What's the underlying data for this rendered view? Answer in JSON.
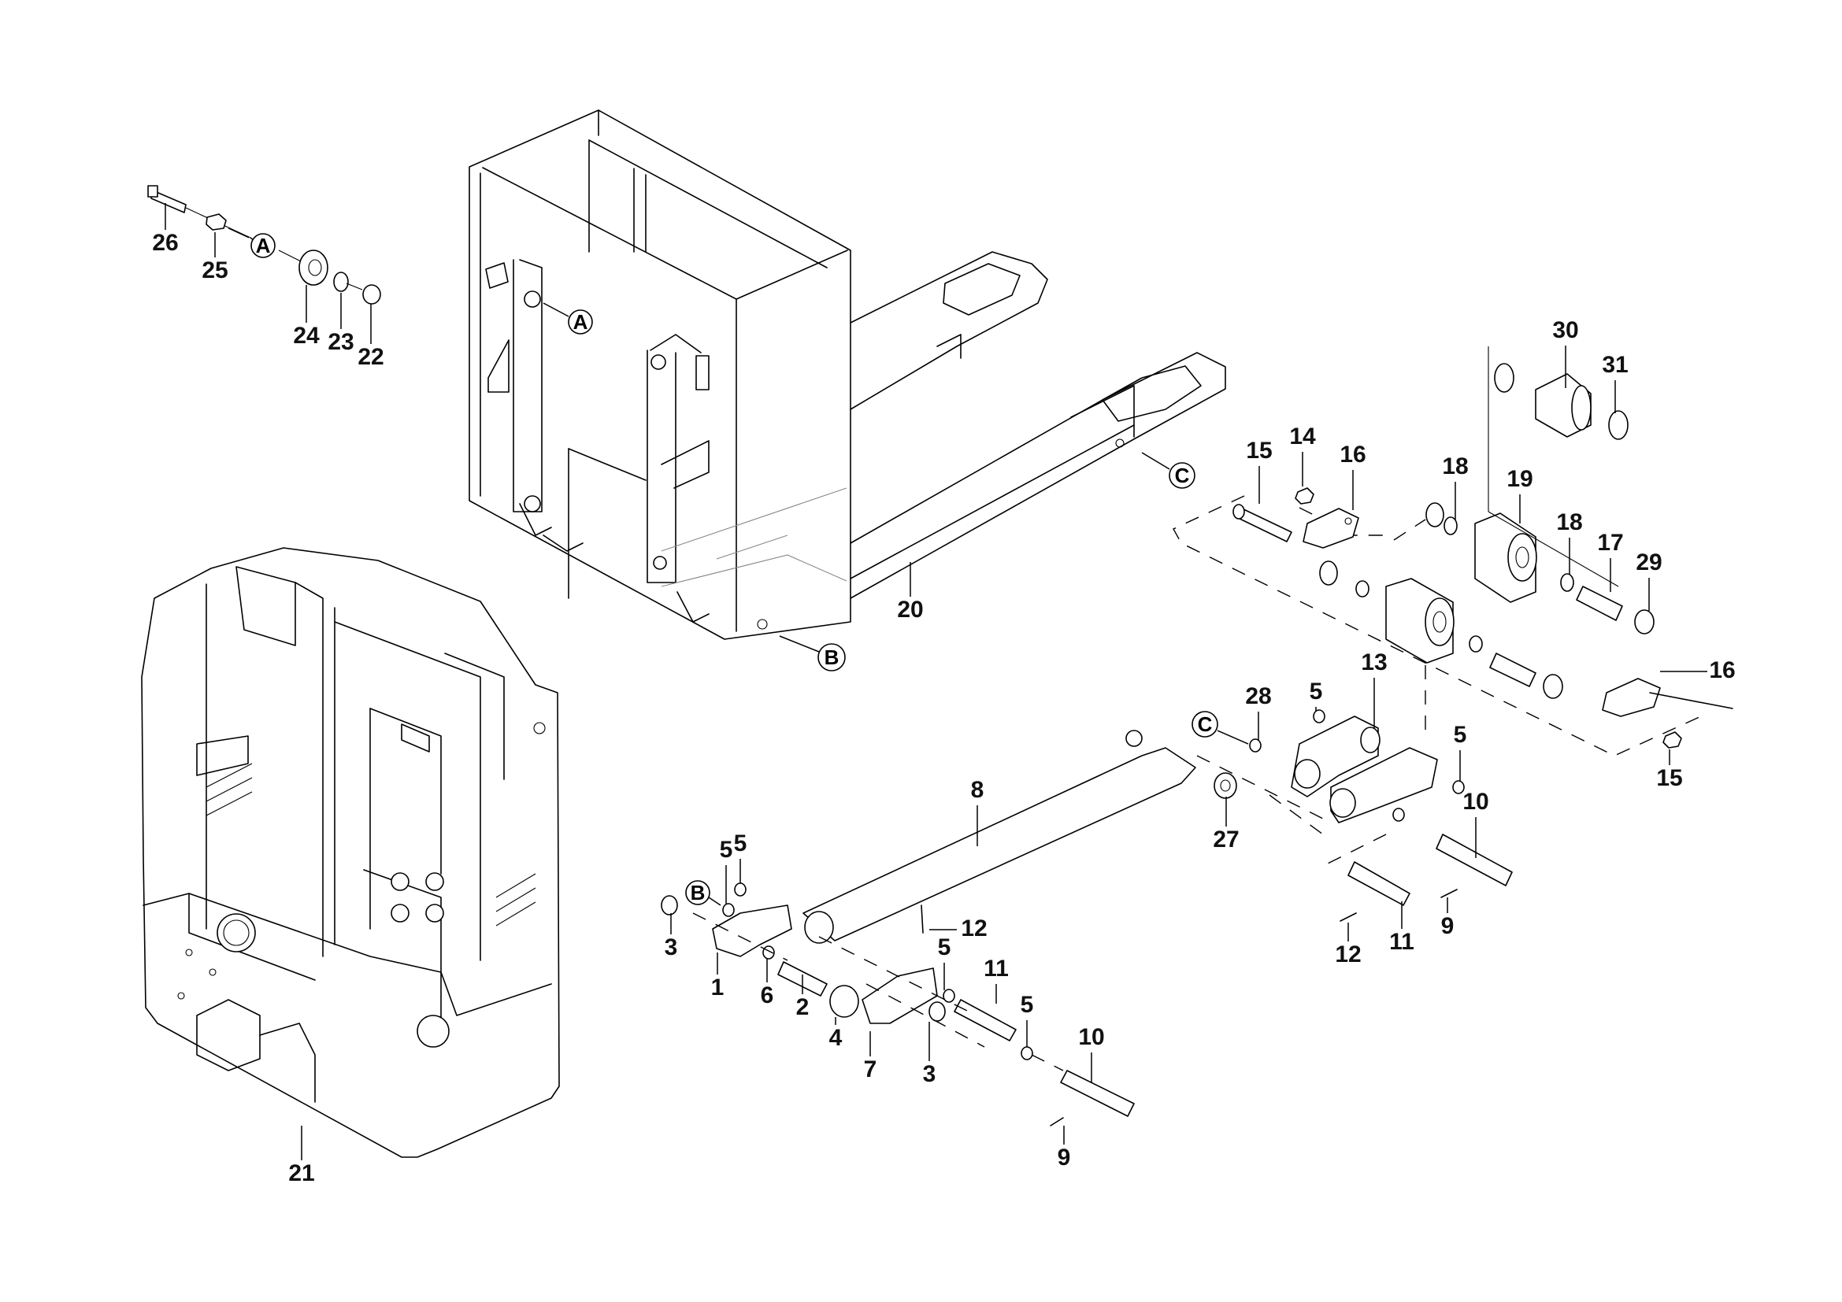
{
  "diagram": {
    "type": "exploded parts diagram",
    "subject": "pallet truck chassis, fork frame and load roller linkage",
    "reference_markers": [
      "A",
      "B",
      "C"
    ],
    "callouts": [
      {
        "id": "c26",
        "label": "26"
      },
      {
        "id": "c25",
        "label": "25"
      },
      {
        "id": "c24",
        "label": "24"
      },
      {
        "id": "c23",
        "label": "23"
      },
      {
        "id": "c22",
        "label": "22"
      },
      {
        "id": "c20",
        "label": "20"
      },
      {
        "id": "c21",
        "label": "21"
      },
      {
        "id": "c15a",
        "label": "15"
      },
      {
        "id": "c14",
        "label": "14"
      },
      {
        "id": "c16a",
        "label": "16"
      },
      {
        "id": "c18a",
        "label": "18"
      },
      {
        "id": "c19",
        "label": "19"
      },
      {
        "id": "c30",
        "label": "30"
      },
      {
        "id": "c31",
        "label": "31"
      },
      {
        "id": "c18b",
        "label": "18"
      },
      {
        "id": "c17",
        "label": "17"
      },
      {
        "id": "c29",
        "label": "29"
      },
      {
        "id": "c16b",
        "label": "16"
      },
      {
        "id": "c15b",
        "label": "15"
      },
      {
        "id": "c5a",
        "label": "5"
      },
      {
        "id": "c13",
        "label": "13"
      },
      {
        "id": "c28",
        "label": "28"
      },
      {
        "id": "c5b",
        "label": "5"
      },
      {
        "id": "c10a",
        "label": "10"
      },
      {
        "id": "c27",
        "label": "27"
      },
      {
        "id": "c8",
        "label": "8"
      },
      {
        "id": "c12a",
        "label": "12"
      },
      {
        "id": "c11a",
        "label": "11"
      },
      {
        "id": "c9a",
        "label": "9"
      },
      {
        "id": "c5c",
        "label": "5"
      },
      {
        "id": "c5d",
        "label": "5"
      },
      {
        "id": "c3a",
        "label": "3"
      },
      {
        "id": "c1",
        "label": "1"
      },
      {
        "id": "c6",
        "label": "6"
      },
      {
        "id": "c2",
        "label": "2"
      },
      {
        "id": "c4",
        "label": "4"
      },
      {
        "id": "c7",
        "label": "7"
      },
      {
        "id": "c3b",
        "label": "3"
      },
      {
        "id": "c12b",
        "label": "12"
      },
      {
        "id": "c11b",
        "label": "11"
      },
      {
        "id": "c5e",
        "label": "5"
      },
      {
        "id": "c5f",
        "label": "5"
      },
      {
        "id": "c10b",
        "label": "10"
      },
      {
        "id": "c9b",
        "label": "9"
      }
    ],
    "refs": {
      "a1": "A",
      "a2": "A",
      "b1": "B",
      "b2": "B",
      "c1": "C",
      "c2": "C"
    }
  }
}
